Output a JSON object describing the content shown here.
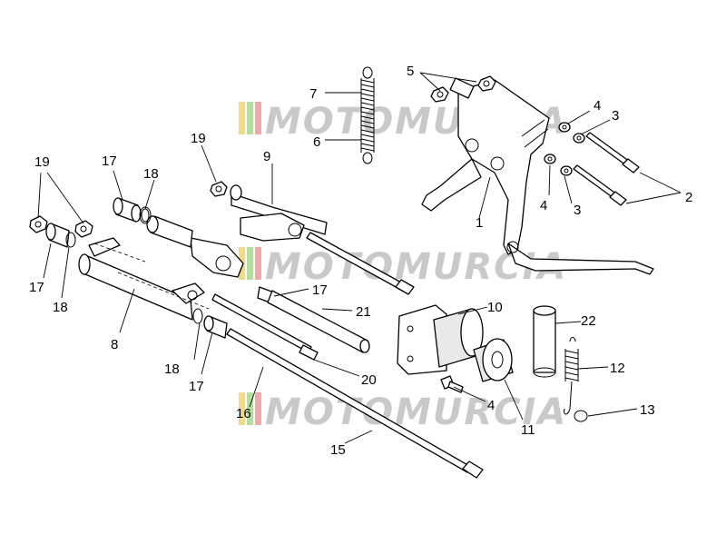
{
  "watermark": {
    "brand": "MOTOMURCIA",
    "colors": [
      "#f3d98a",
      "#b7dca0",
      "#f2a8a8",
      "#c9c9c9"
    ]
  },
  "callouts": [
    {
      "id": "c1",
      "text": "1"
    },
    {
      "id": "c2",
      "text": "2"
    },
    {
      "id": "c3a",
      "text": "3"
    },
    {
      "id": "c3b",
      "text": "3"
    },
    {
      "id": "c4a",
      "text": "4"
    },
    {
      "id": "c4b",
      "text": "4"
    },
    {
      "id": "c4c",
      "text": "4"
    },
    {
      "id": "c5",
      "text": "5"
    },
    {
      "id": "c6",
      "text": "6"
    },
    {
      "id": "c7",
      "text": "7"
    },
    {
      "id": "c8",
      "text": "8"
    },
    {
      "id": "c9",
      "text": "9"
    },
    {
      "id": "c10",
      "text": "10"
    },
    {
      "id": "c11",
      "text": "11"
    },
    {
      "id": "c12",
      "text": "12"
    },
    {
      "id": "c13",
      "text": "13"
    },
    {
      "id": "c15",
      "text": "15"
    },
    {
      "id": "c16",
      "text": "16"
    },
    {
      "id": "c17a",
      "text": "17"
    },
    {
      "id": "c17b",
      "text": "17"
    },
    {
      "id": "c17c",
      "text": "17"
    },
    {
      "id": "c17d",
      "text": "17"
    },
    {
      "id": "c18a",
      "text": "18"
    },
    {
      "id": "c18b",
      "text": "18"
    },
    {
      "id": "c18c",
      "text": "18"
    },
    {
      "id": "c19a",
      "text": "19"
    },
    {
      "id": "c19b",
      "text": "19"
    },
    {
      "id": "c20",
      "text": "20"
    },
    {
      "id": "c21",
      "text": "21"
    },
    {
      "id": "c22",
      "text": "22"
    }
  ]
}
